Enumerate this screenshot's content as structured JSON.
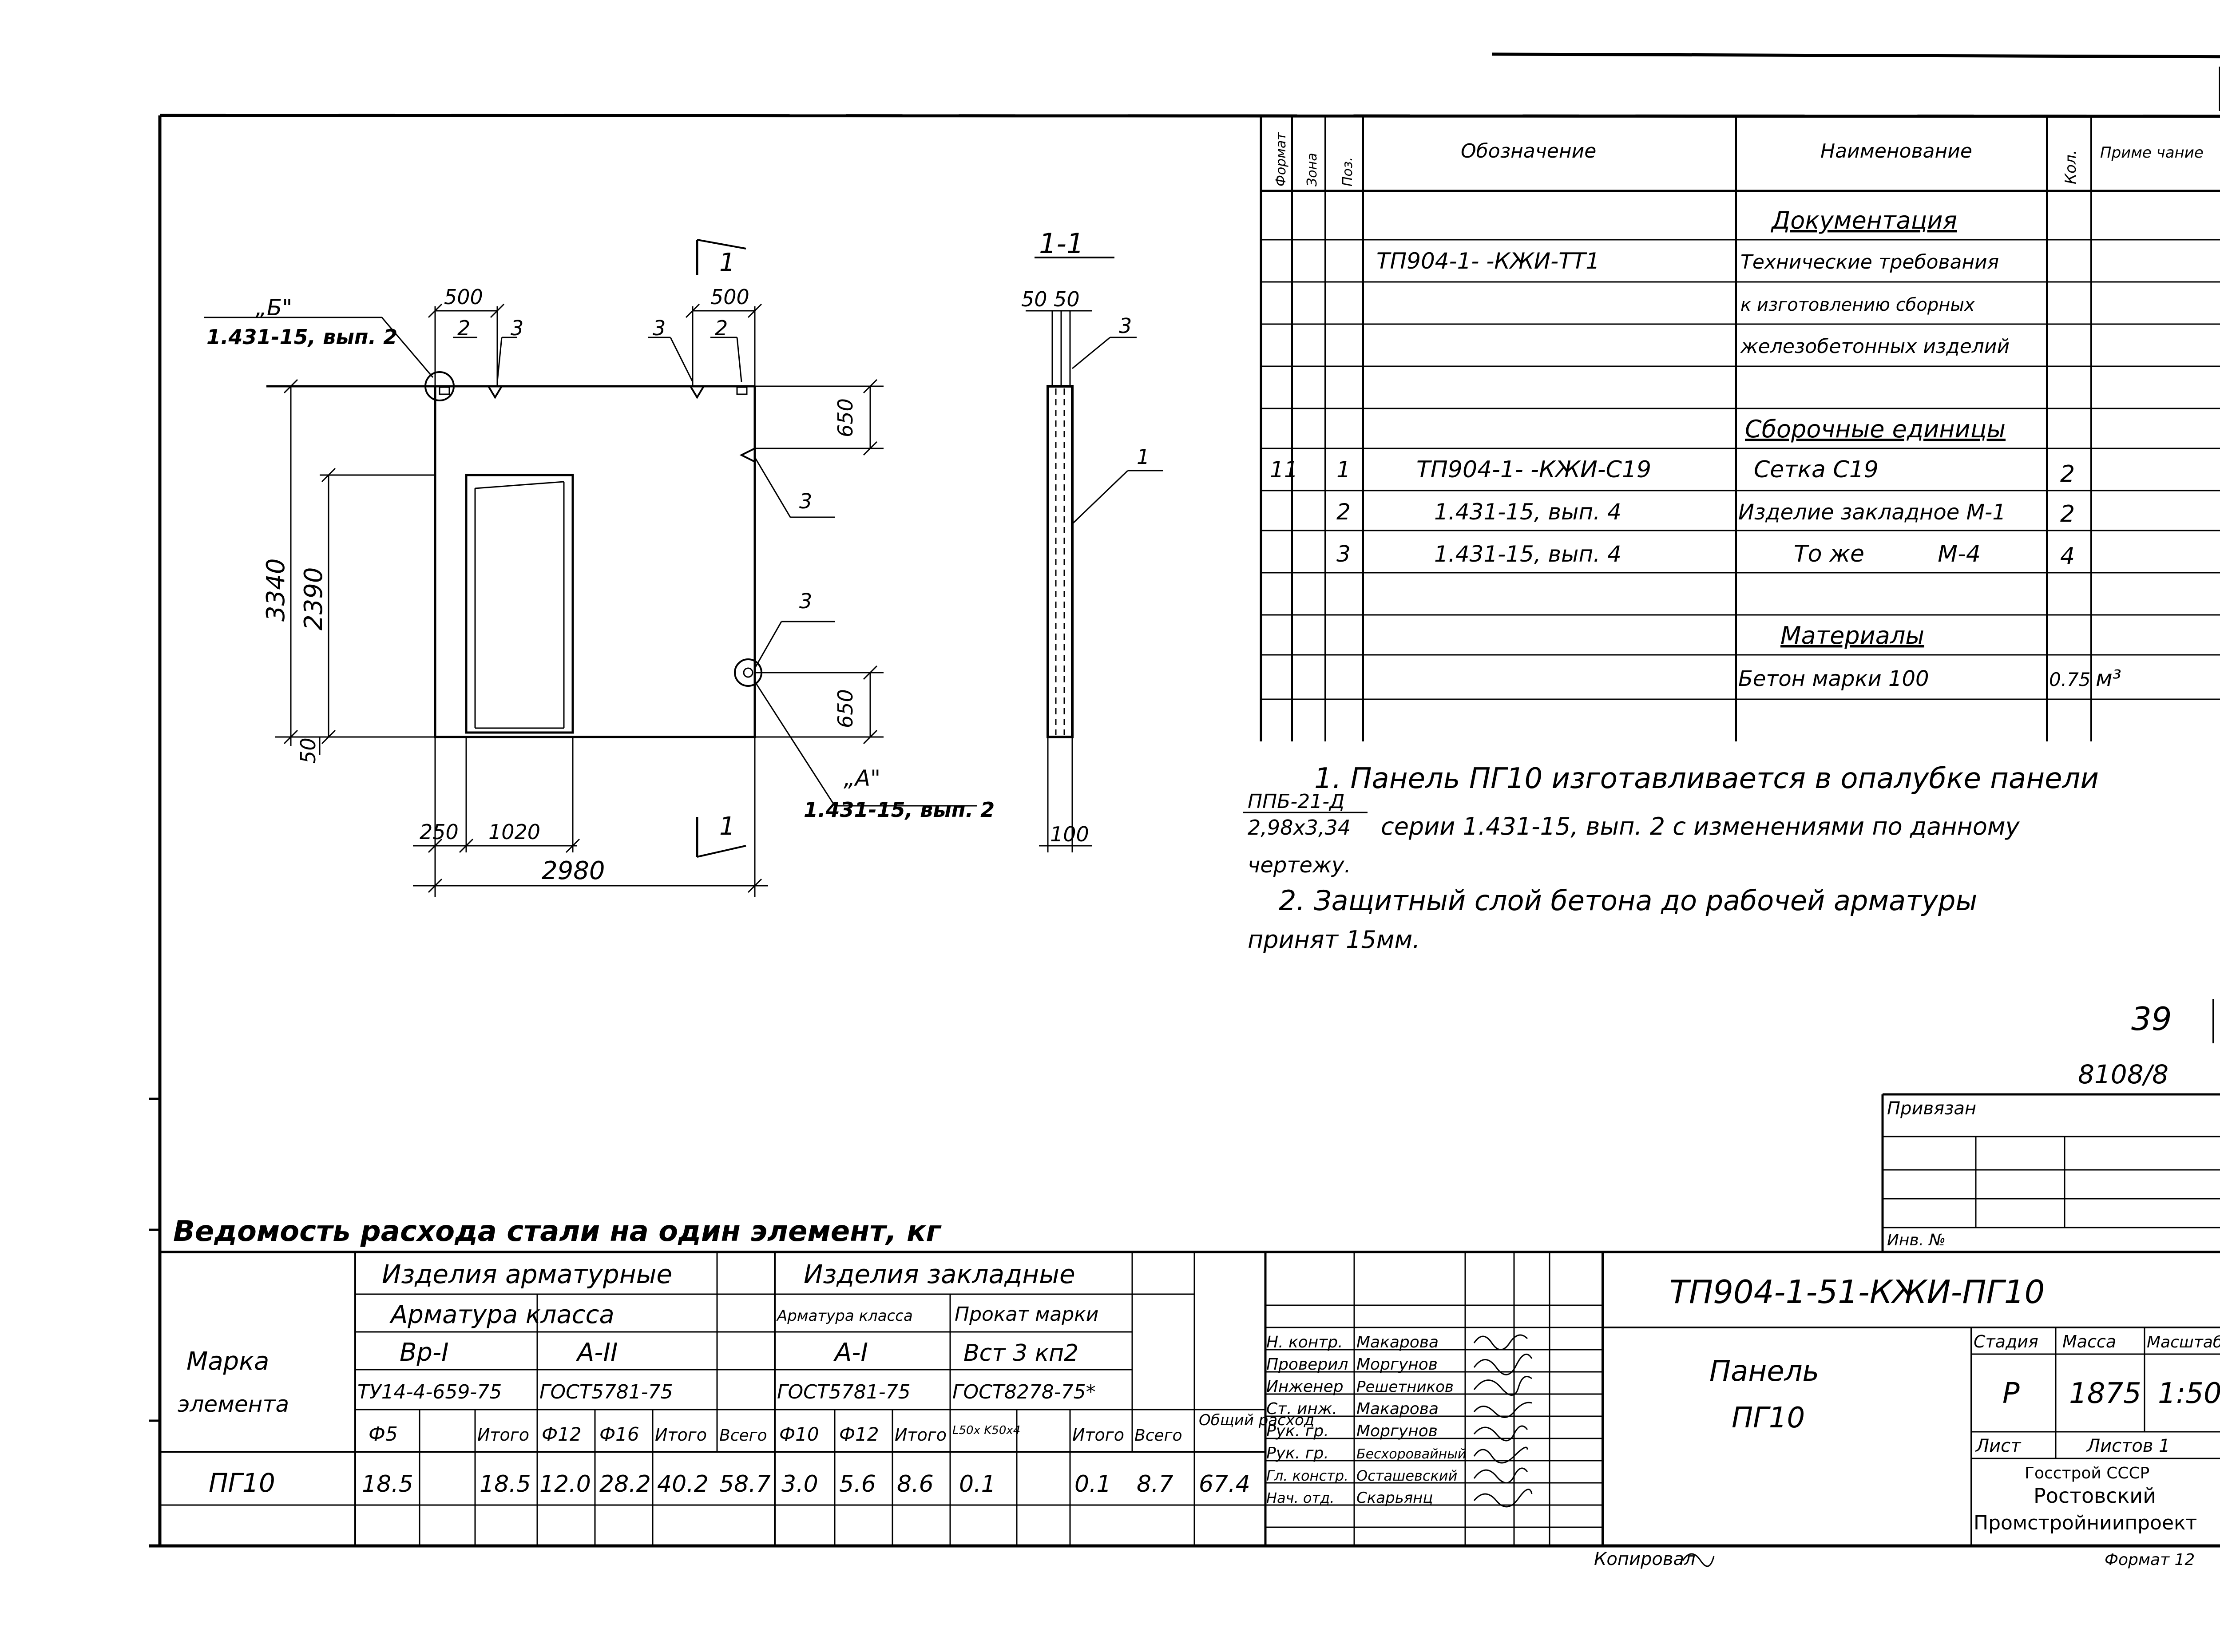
{
  "page_number": "39",
  "hand_page_number": "39",
  "inventory_number": "8108/8",
  "drawing": {
    "detail_b_label": "„Б\"",
    "detail_b_ref": "1.431-15, вып. 2",
    "detail_a_label": "„А\"",
    "detail_a_ref": "1.431-15, вып. 2",
    "section_mark": "1",
    "section_title": "1-1",
    "dims": {
      "d500_left": "500",
      "d500_right": "500",
      "d650_top": "650",
      "d650_bottom": "650",
      "d3340": "3340",
      "d2390": "2390",
      "d50_left": "50",
      "d250": "250",
      "d1020": "1020",
      "d2980": "2980",
      "d50_50": "50 50",
      "d100": "100"
    },
    "callouts": {
      "c1": "1",
      "c2": "2",
      "c3": "3"
    }
  },
  "spec_table": {
    "headers": [
      "Формат",
      "Зона",
      "Поз.",
      "Обозначение",
      "Наименование",
      "Кол.",
      "Приме чание"
    ],
    "sections": {
      "documentation": "Документация",
      "assembly": "Сборочные единицы",
      "materials": "Материалы"
    },
    "doc_row": {
      "designation": "ТП904-1-    -КЖИ-ТТ1",
      "name_lines": [
        "Технические требования",
        "к изготовлению сборных",
        "железобетонных изделий"
      ]
    },
    "assembly_rows": [
      {
        "format": "11",
        "pos": "1",
        "designation": "ТП904-1-   -КЖИ-С19",
        "name": "Сетка  С19",
        "qty": "2"
      },
      {
        "format": "",
        "pos": "2",
        "designation": "1.431-15, вып. 4",
        "name": "Изделие закладное М-1",
        "qty": "2"
      },
      {
        "format": "",
        "pos": "3",
        "designation": "1.431-15, вып. 4",
        "name": "То же          М-4",
        "qty": "4"
      }
    ],
    "material_row": {
      "name": "Бетон марки 100",
      "qty": "0.75",
      "note": "м³"
    }
  },
  "notes": {
    "n1_line1": "1. Панель ПГ10 изготавливается в опалубке панели",
    "n1_fraction_top": "ППБ-21-Д",
    "n1_fraction_bottom": "2,98х3,34",
    "n1_line2": "серии 1.431-15, вып. 2 с изменениями по данному",
    "n1_line3": "чертежу.",
    "n2_line1": "2. Защитный слой бетона до рабочей арматуры",
    "n2_line2": "принят 15мм."
  },
  "steel_table": {
    "title": "Ведомость расхода стали на один элемент, кг",
    "marka_label_1": "Марка",
    "marka_label_2": "элемента",
    "group_reinf": "Изделия арматурные",
    "group_embed": "Изделия закладные",
    "reinf_class": "Арматура класса",
    "embed_class": "Арматура класса",
    "embed_rolled": "Прокат марки",
    "class_bp1": "Вр-I",
    "class_a2": "А-II",
    "class_a1": "А-I",
    "rolled_grade": "Вст 3 кп2",
    "gost_bp1": "ТУ14-4-659-75",
    "gost_a2": "ГОСТ5781-75",
    "gost_a1": "ГОСТ5781-75",
    "gost_rolled": "ГОСТ8278-75*",
    "col_labels": [
      "Ф5",
      "Итого",
      "Ф12",
      "Ф16",
      "Итого",
      "Всего",
      "Ф10",
      "Ф12",
      "Итого",
      "L50x K50x4",
      "Итого",
      "Всего",
      "Общий расход"
    ],
    "row": {
      "mark": "ПГ10",
      "values": [
        "18.5",
        "18.5",
        "12.0",
        "28.2",
        "40.2",
        "58.7",
        "3.0",
        "5.6",
        "8.6",
        "0.1",
        "0.1",
        "8.7",
        "67.4"
      ]
    }
  },
  "title_block": {
    "privyazan": "Привязан",
    "inv_no": "Инв. №",
    "code": "ТП904-1-51-КЖИ-ПГ10",
    "object_line1": "Панель",
    "object_line2": "ПГ10",
    "stage_label": "Стадия",
    "mass_label": "Масса",
    "scale_label": "Масштаб",
    "stage": "Р",
    "mass": "1875",
    "scale": "1:50",
    "sheet_label": "Лист",
    "sheets_label": "Листов 1",
    "org_line1": "Госстрой СССР",
    "org_line2": "Ростовский",
    "org_line3": "Промстройниипроект",
    "signers": [
      {
        "role": "Н. контр.",
        "name": "Макарова"
      },
      {
        "role": "Проверил",
        "name": "Моргунов"
      },
      {
        "role": "Инженер",
        "name": "Решетников"
      },
      {
        "role": "Ст. инж.",
        "name": "Макарова"
      },
      {
        "role": "Рук. гр.",
        "name": "Моргунов"
      },
      {
        "role": "Рук. гр.",
        "name": "Бесхоровайный"
      },
      {
        "role": "Гл. констр.",
        "name": "Осташевский"
      },
      {
        "role": "Нач. отд.",
        "name": "Скарьянц"
      }
    ],
    "copied": "Копировал",
    "format": "Формат 12"
  }
}
